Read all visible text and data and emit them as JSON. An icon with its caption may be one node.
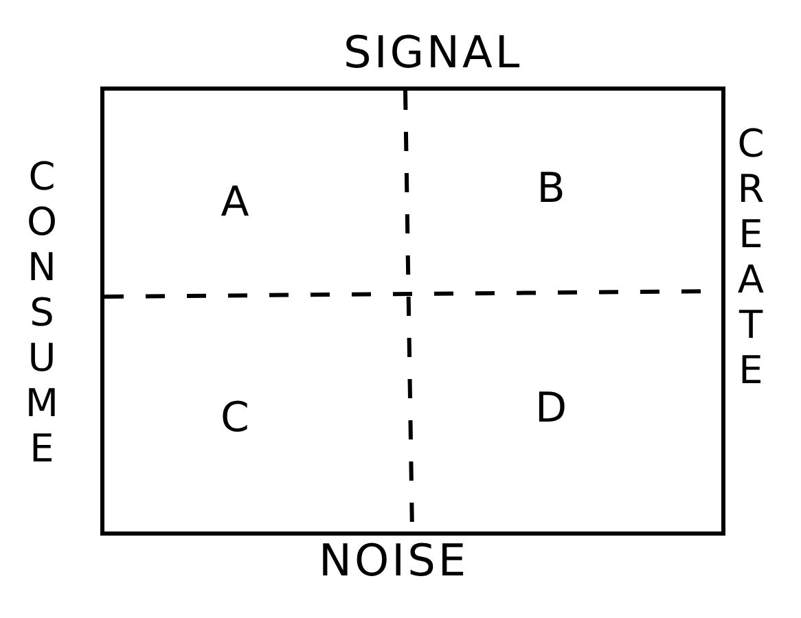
{
  "diagram": {
    "nodes": [
      {
        "text": [],
        "shape": "box"
      },
      {
        "text": [
          "A"
        ],
        "in": 0
      },
      {
        "text": [
          "B"
        ],
        "in": 0
      },
      {
        "text": [
          "C"
        ],
        "in": 0
      },
      {
        "text": [
          "D"
        ],
        "in": 0
      }
    ],
    "labels": [
      "SIGNAL",
      "CONSUME",
      "CREATE",
      "NOISE"
    ]
  }
}
